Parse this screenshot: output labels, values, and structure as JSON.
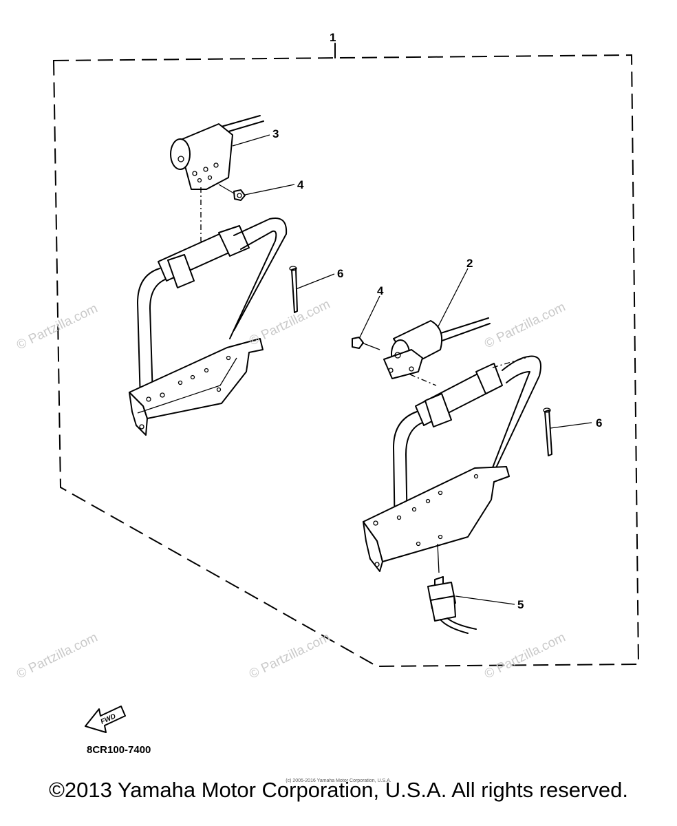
{
  "callouts": {
    "c1": "1",
    "c2": "2",
    "c3": "3",
    "c4a": "4",
    "c4b": "4",
    "c5": "5",
    "c6a": "6",
    "c6b": "6"
  },
  "watermarks": {
    "w1": "© Partzilla.com",
    "w2": "© Partzilla.com",
    "w3": "© Partzilla.com",
    "w4": "© Partzilla.com",
    "w5": "© Partzilla.com",
    "w6": "© Partzilla.com"
  },
  "fwd_label": "FWD",
  "part_number": "8CR100-7400",
  "copyright_small": "(c) 2005-2016 Yamaha Motor Corporation, U.S.A.",
  "copyright": "©2013 Yamaha Motor Corporation, U.S.A. All rights reserved."
}
